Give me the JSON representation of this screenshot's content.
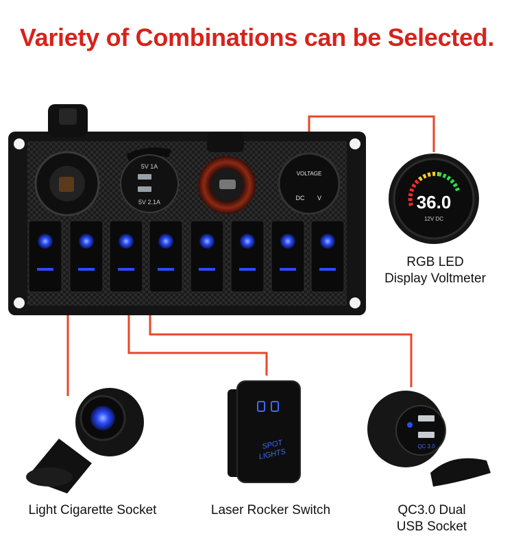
{
  "headline": "Variety of Combinations can be Selected.",
  "panel": {
    "usb_label_top": "5V   1A",
    "usb_label_bottom": "5V   2.1A",
    "voltmeter_face_top": "VOLTAGE",
    "voltmeter_face_left": "DC",
    "voltmeter_face_right": "V",
    "rocker_count": 8
  },
  "products": {
    "voltmeter": {
      "caption_line1": "RGB LED",
      "caption_line2": "Display Voltmeter",
      "reading": "36.0",
      "unit_label": "12V DC"
    },
    "socket": {
      "caption": "Light Cigarette Socket"
    },
    "rocker": {
      "caption": "Laser Rocker Switch",
      "switch_text_line1": "SPOT",
      "switch_text_line2": "LIGHTS"
    },
    "usb": {
      "caption_line1": "QC3.0 Dual",
      "caption_line2": "USB Socket",
      "port_label": "QC 3.0"
    }
  },
  "colors": {
    "headline": "#d6231c",
    "connector_line": "#e8462a",
    "led_blue": "#2a4dff",
    "panel": "#1b1b1b"
  }
}
